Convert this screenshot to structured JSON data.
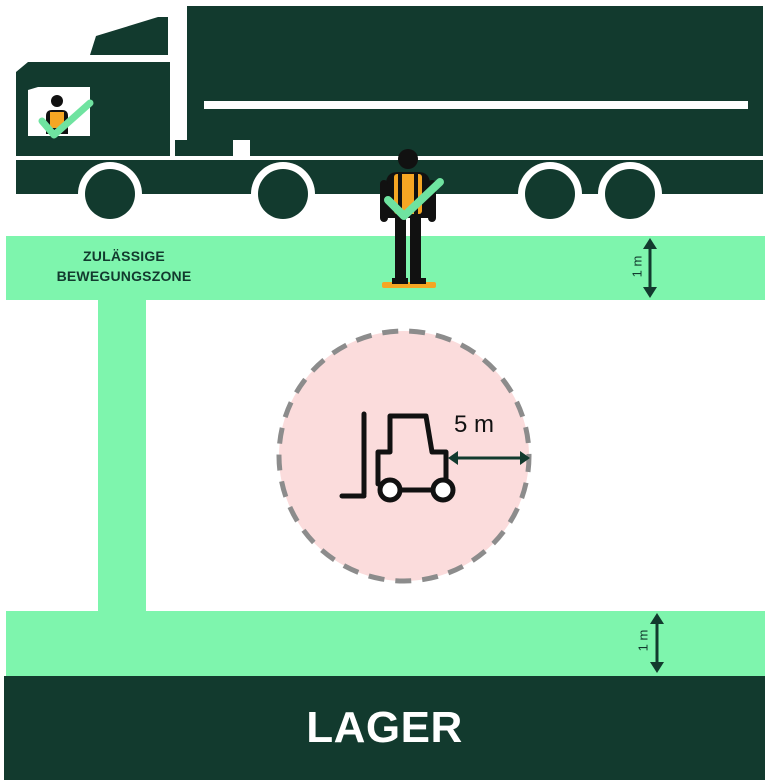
{
  "zone": {
    "line1": "ZULÄSSIGE",
    "line2": "BEWEGUNGSZONE"
  },
  "distances": {
    "top_width": "1 m",
    "bottom_width": "1 m",
    "danger_radius": "5 m"
  },
  "storage": {
    "label": "LAGER"
  },
  "icons": [
    "truck-icon",
    "driver-icon",
    "pedestrian-icon",
    "forklift-icon",
    "checkmark-icon"
  ],
  "colors": {
    "dark_green": "#123a2e",
    "zone_green": "#7ef5ad",
    "danger_fill": "#fbdcdc",
    "danger_border": "#8c8c8c",
    "vest_orange": "#f5a623",
    "check_green": "#6fe3a0"
  }
}
